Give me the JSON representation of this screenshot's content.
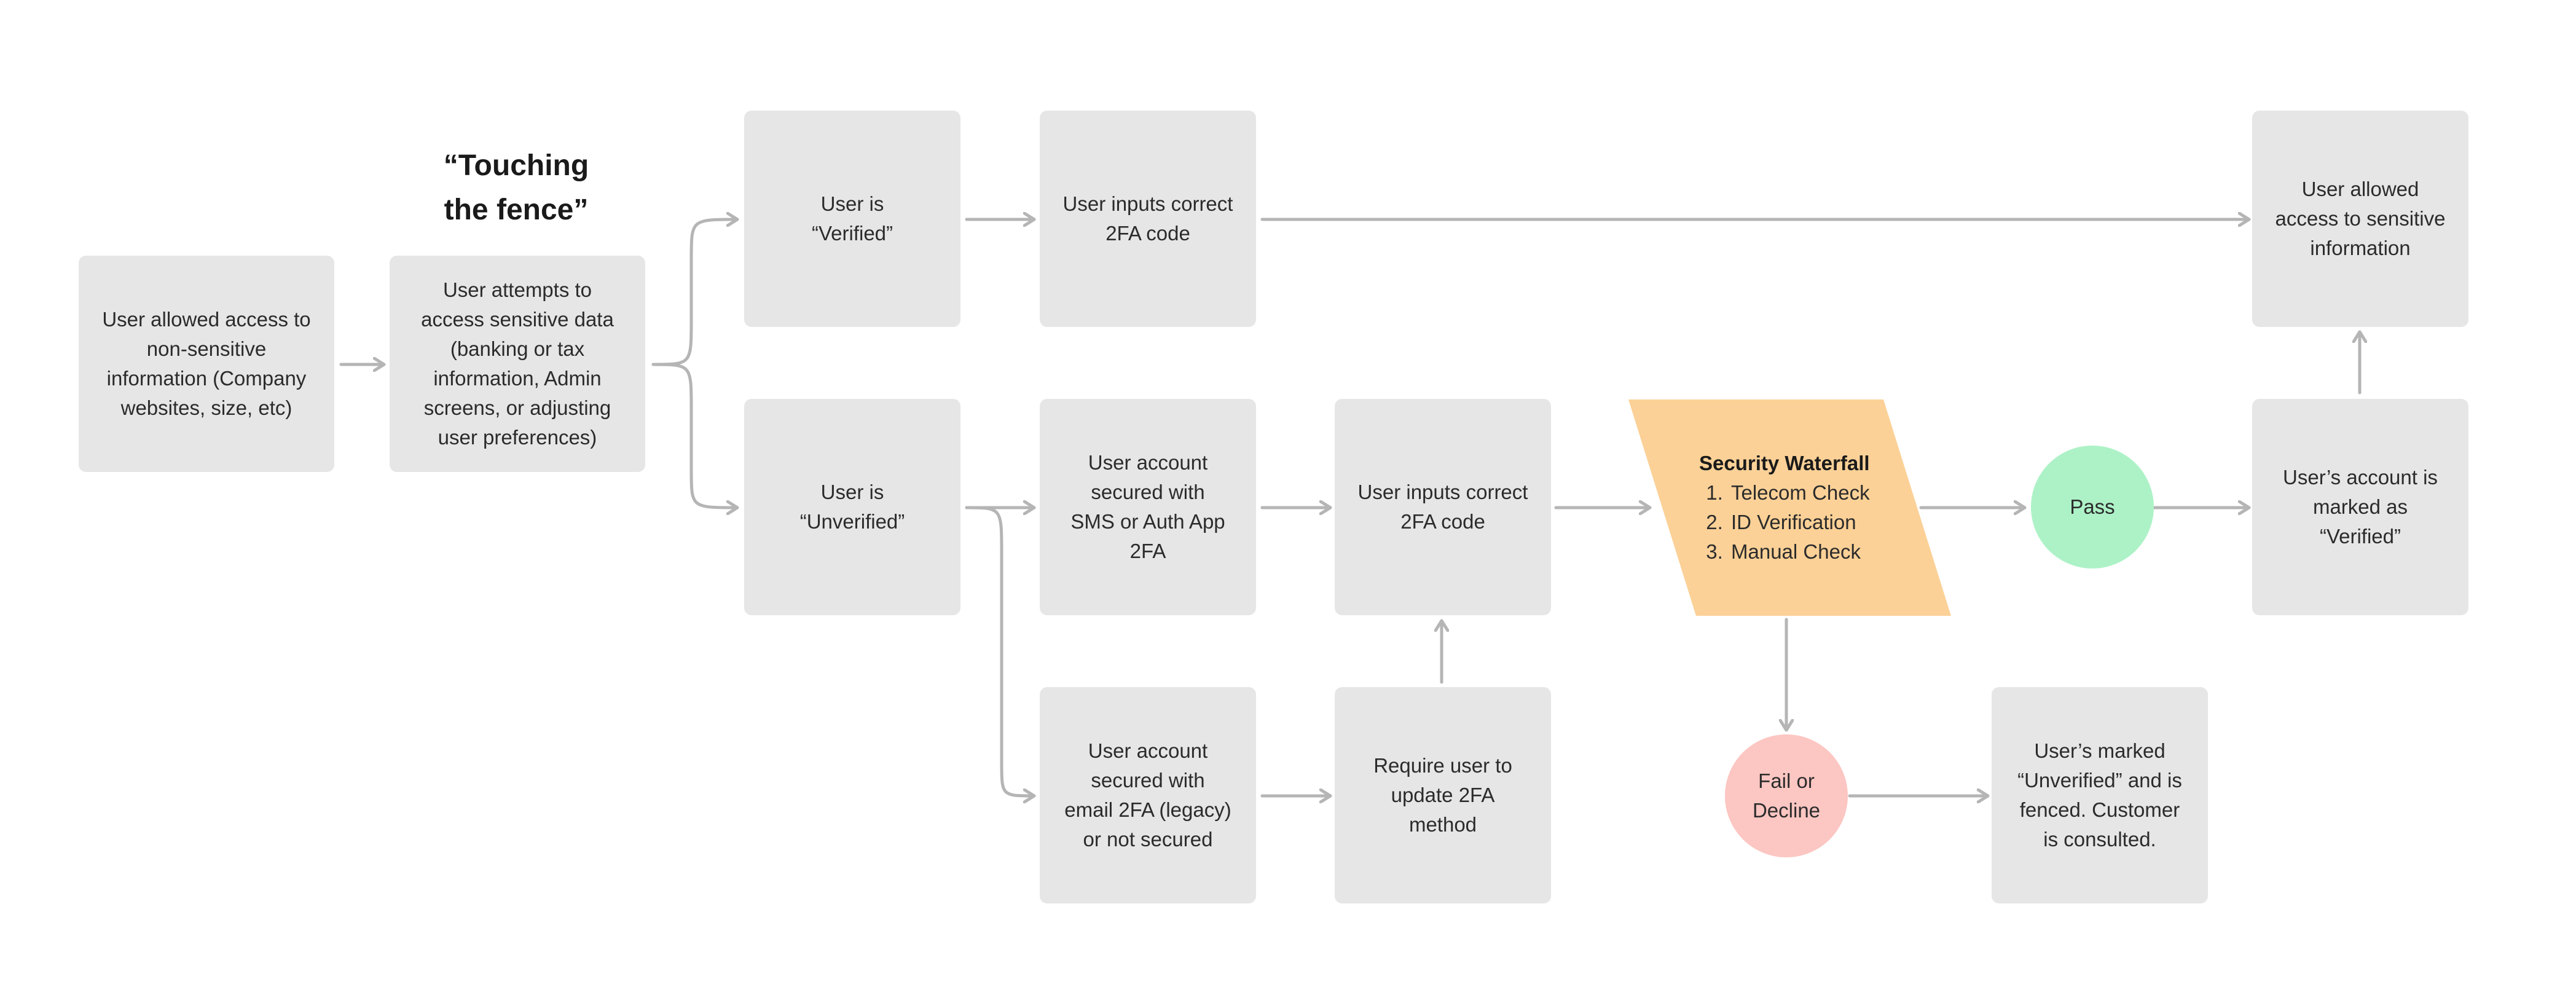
{
  "title": "“Touching\nthe fence”",
  "nodes": {
    "allowed_nonsensitive": "User allowed access to\nnon-sensitive\ninformation (Company\nwebsites, size, etc)",
    "attempts_sensitive": "User attempts to\naccess sensitive data\n(banking or tax\ninformation, Admin\nscreens, or adjusting\nuser preferences)",
    "user_verified": "User is\n“Verified”",
    "user_unverified": "User is\n“Unverified”",
    "inputs_2fa_top": "User inputs correct\n2FA code",
    "secured_sms": "User account\nsecured with\nSMS or Auth App\n2FA",
    "secured_email": "User account\nsecured with\nemail 2FA (legacy)\nor not secured",
    "inputs_2fa_mid": "User inputs correct\n2FA code",
    "require_update": "Require user to\nupdate 2FA\nmethod",
    "allowed_sensitive": "User allowed\naccess to sensitive\ninformation",
    "marked_verified": "User’s account is\nmarked as\n“Verified”",
    "marked_unverified": "User’s marked\n“Unverified” and is\nfenced. Customer\nis consulted.",
    "pass": "Pass",
    "fail": "Fail or\nDecline"
  },
  "security_waterfall": {
    "title": "Security Waterfall",
    "steps": [
      "Telecom Check",
      "ID Verification",
      "Manual Check"
    ]
  },
  "colors": {
    "box": "#e6e6e6",
    "waterfall": "#fcd197",
    "pass": "#adf2c7",
    "fail": "#fcc6c2",
    "arrow": "#b5b5b5"
  }
}
